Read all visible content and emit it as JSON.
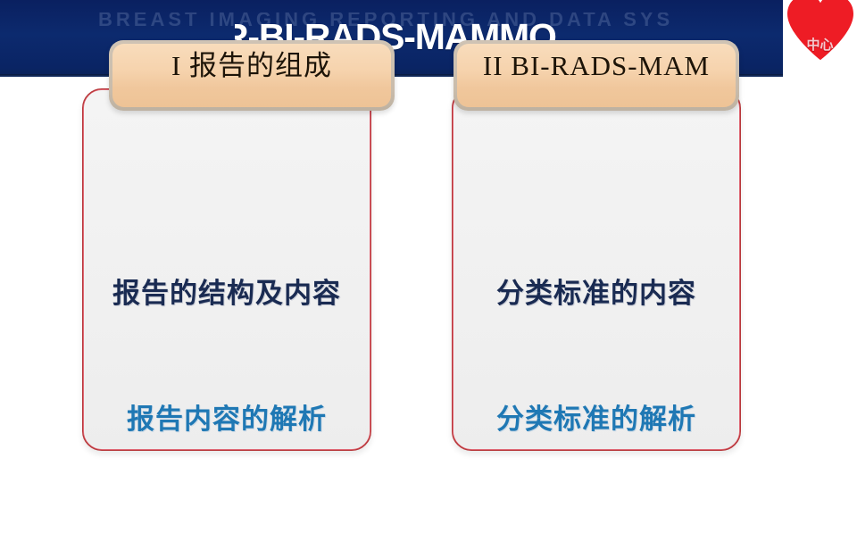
{
  "header": {
    "title": "R-BI-RADS-MAMMO",
    "ghost_text": "BREAST IMAGING REPORTING AND DATA SYSTEM",
    "background_color": "#0a2464",
    "title_color": "#ffffff"
  },
  "logo": {
    "name": "heart-logo",
    "text": "中心",
    "heart_color": "#ee1c25",
    "text_color": "#f4c9cf"
  },
  "cards": [
    {
      "badge_label": "I  报告的组成",
      "badge_color": "#f5d2ac",
      "badge_frame_color": "#c9bcab",
      "lines": [
        {
          "text": "报告的结构及内容",
          "color": "#1a2b52"
        },
        {
          "text": "报告内容的解析",
          "color": "#1f78b4"
        }
      ],
      "border_color": "#b7373a",
      "background_color": "#f1f1f1"
    },
    {
      "badge_label": "II  BI-RADS-MAM",
      "badge_color": "#f5d2ac",
      "badge_frame_color": "#c9bcab",
      "lines": [
        {
          "text": "分类标准的内容",
          "color": "#1a2b52"
        },
        {
          "text": "分类标准的解析",
          "color": "#1f78b4"
        }
      ],
      "border_color": "#b7373a",
      "background_color": "#f1f1f1"
    }
  ]
}
